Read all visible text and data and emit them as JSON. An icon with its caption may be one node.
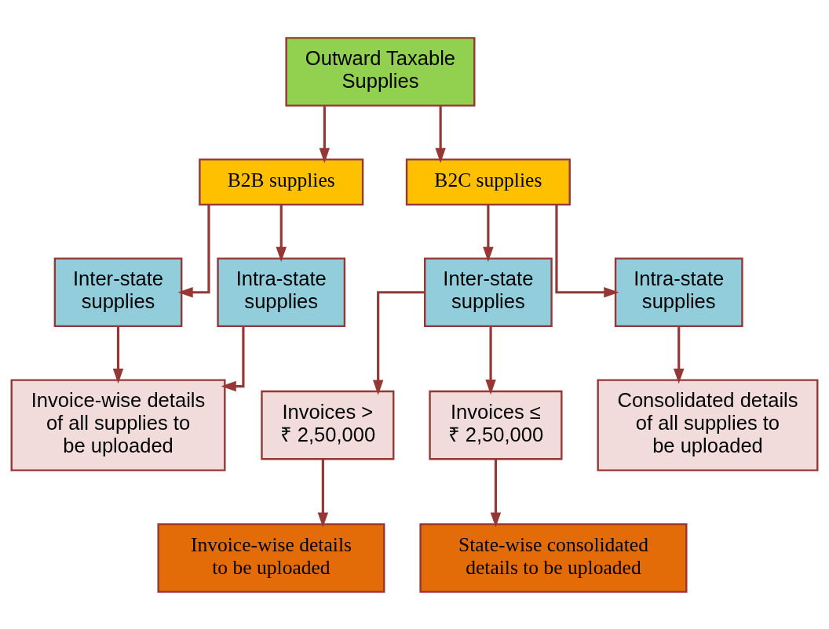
{
  "diagram": {
    "nodes": [
      {
        "text": [
          "Outward Taxable Supplies"
        ]
      },
      {
        "text": [
          "B2B supplies"
        ]
      },
      {
        "text": [
          "B2C supplies"
        ]
      },
      {
        "text": [
          "Inter-state supplies"
        ]
      },
      {
        "text": [
          "Intra-state supplies"
        ]
      },
      {
        "text": [
          "Inter-state supplies"
        ]
      },
      {
        "text": [
          "Intra-state supplies"
        ]
      },
      {
        "text": [
          "Invoice-wise details of all supplies to be uploaded"
        ]
      },
      {
        "text": [
          "Invoices > ₹ 2,50,000"
        ]
      },
      {
        "text": [
          "Invoices ≤ ₹ 2,50,000"
        ]
      },
      {
        "text": [
          "Consolidated details of all supplies to be uploaded"
        ]
      },
      {
        "text": [
          "Invoice-wise details to be uploaded"
        ]
      },
      {
        "text": [
          "State-wise consolidated details to be uploaded"
        ]
      }
    ],
    "edges": [
      {
        "from": 0,
        "to": 1,
        "arrow": "to"
      },
      {
        "from": 0,
        "to": 2,
        "arrow": "to"
      },
      {
        "from": 1,
        "to": 3,
        "arrow": "to"
      },
      {
        "from": 1,
        "to": 4,
        "arrow": "to"
      },
      {
        "from": 2,
        "to": 5,
        "arrow": "to"
      },
      {
        "from": 2,
        "to": 6,
        "arrow": "to"
      },
      {
        "from": 3,
        "to": 7,
        "arrow": "to"
      },
      {
        "from": 4,
        "to": 7,
        "arrow": "to"
      },
      {
        "from": 5,
        "to": 8,
        "arrow": "to"
      },
      {
        "from": 5,
        "to": 9,
        "arrow": "to"
      },
      {
        "from": 6,
        "to": 10,
        "arrow": "to"
      },
      {
        "from": 8,
        "to": 11,
        "arrow": "to"
      },
      {
        "from": 9,
        "to": 12,
        "arrow": "to"
      }
    ]
  }
}
